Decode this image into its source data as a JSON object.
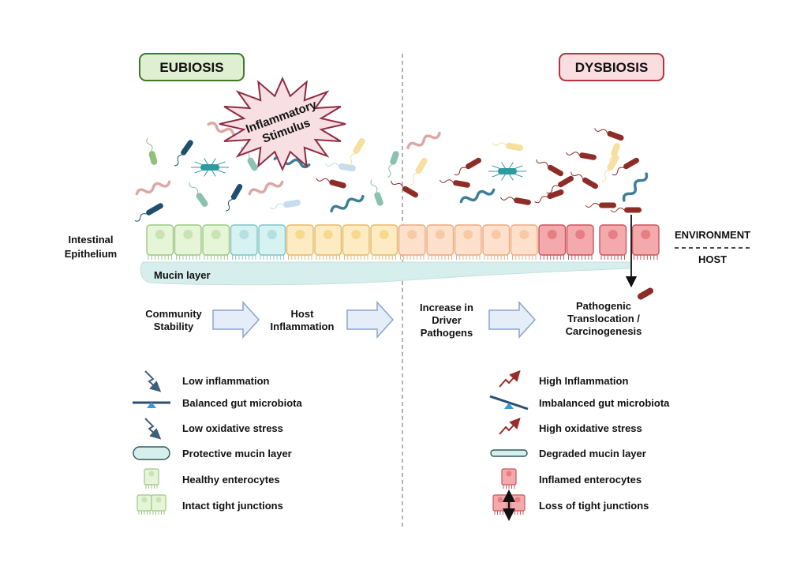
{
  "header": {
    "eubiosis": "EUBIOSIS",
    "dysbiosis": "DYSBIOSIS"
  },
  "stimulus": {
    "line1": "Inflammatory",
    "line2": "Stimulus"
  },
  "epithelium": {
    "label_line1": "Intestinal",
    "label_line2": "Epithelium",
    "mucin_label": "Mucin layer",
    "environment": "ENVIRONMENT",
    "host": "HOST"
  },
  "stages": [
    {
      "lines": [
        "Community",
        "Stability"
      ]
    },
    {
      "lines": [
        "Host",
        "Inflammation"
      ]
    },
    {
      "lines": [
        "Increase in",
        "Driver",
        "Pathogens"
      ]
    },
    {
      "lines": [
        "Pathogenic",
        "Translocation /",
        "Carcinogenesis"
      ]
    }
  ],
  "legend_left": [
    {
      "icon": "low-inflammation-icon",
      "text": "Low inflammation"
    },
    {
      "icon": "balanced-scale-icon",
      "text": "Balanced gut microbiota"
    },
    {
      "icon": "low-oxidative-stress-icon",
      "text": "Low oxidative stress"
    },
    {
      "icon": "protective-mucin-icon",
      "text": "Protective mucin layer"
    },
    {
      "icon": "healthy-enterocyte-icon",
      "text": "Healthy enterocytes"
    },
    {
      "icon": "intact-junction-icon",
      "text": "Intact tight junctions"
    }
  ],
  "legend_right": [
    {
      "icon": "high-inflammation-icon",
      "text": "High Inflammation"
    },
    {
      "icon": "imbalanced-scale-icon",
      "text": "Imbalanced gut microbiota"
    },
    {
      "icon": "high-oxidative-stress-icon",
      "text": "High oxidative stress"
    },
    {
      "icon": "degraded-mucin-icon",
      "text": "Degraded mucin layer"
    },
    {
      "icon": "inflamed-enterocyte-icon",
      "text": "Inflamed enterocytes"
    },
    {
      "icon": "lost-junction-icon",
      "text": "Loss of tight junctions"
    }
  ],
  "colors": {
    "eubiosis_fill": "#dff0d2",
    "eubiosis_border": "#3b7a25",
    "dysbiosis_fill": "#f9dde0",
    "dysbiosis_border": "#b2343f",
    "stimulus_fill": "#f7dfe4",
    "stimulus_border": "#8e2b44",
    "mucin": "#d6eeec",
    "arrow_fill": "#e5edf8",
    "arrow_border": "#8aa3cf",
    "cell_green": "#e6f4d8",
    "cell_cyan": "#d6f2f2",
    "cell_yellow": "#fdebc4",
    "cell_orange": "#fde1cc",
    "cell_red": "#f4a9ad",
    "bacteria_red": "#8e2d28",
    "bacteria_teal": "#3e7f95"
  }
}
